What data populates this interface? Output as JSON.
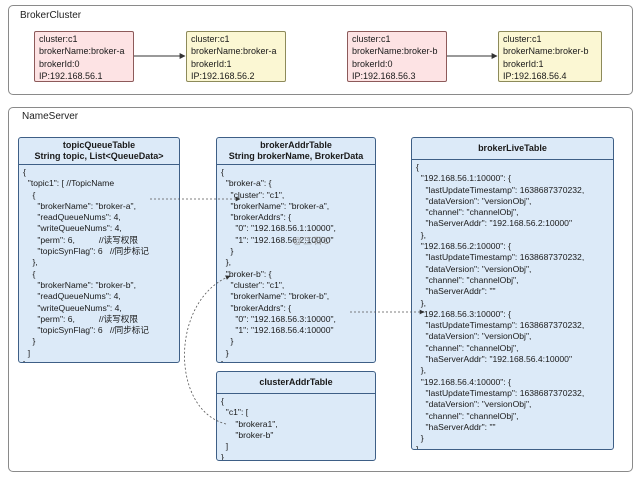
{
  "broker_cluster": {
    "label": "BrokerCluster",
    "nodes": [
      {
        "lines": [
          "cluster:c1",
          "brokerName:broker-a",
          "brokerId:0",
          "IP:192.168.56.1"
        ],
        "color": "#fde3e4"
      },
      {
        "lines": [
          "cluster:c1",
          "brokerName:broker-a",
          "brokerId:1",
          "IP:192.168.56.2"
        ],
        "color": "#fbf7d3"
      },
      {
        "lines": [
          "cluster:c1",
          "brokerName:broker-b",
          "brokerId:0",
          "IP:192.168.56.3"
        ],
        "color": "#fde3e4"
      },
      {
        "lines": [
          "cluster:c1",
          "brokerName:broker-b",
          "brokerId:1",
          "IP:192.168.56.4"
        ],
        "color": "#fbf7d3"
      }
    ]
  },
  "name_server": {
    "label": "NameServer",
    "topic_queue_table": {
      "title": [
        "topicQueueTable",
        "String topic, List<QueueData>"
      ],
      "lines": [
        "{",
        "  \"topic1\": [ //TopicName",
        "    {",
        "      \"brokerName\": \"broker-a\",",
        "      \"readQueueNums\": 4,",
        "      \"writeQueueNums\": 4,",
        "      \"perm\": 6,          //读写权限",
        "      \"topicSynFlag\": 6   //同步标记",
        "    },",
        "    {",
        "      \"brokerName\": \"broker-b\",",
        "      \"readQueueNums\": 4,",
        "      \"writeQueueNums\": 4,",
        "      \"perm\": 6,          //读写权限",
        "      \"topicSynFlag\": 6   //同步标记",
        "    }",
        "  ]",
        "}"
      ]
    },
    "broker_addr_table": {
      "title": [
        "brokerAddrTable",
        "String brokerName, BrokerData"
      ],
      "lines": [
        "{",
        "  \"broker-a\": {",
        "    \"cluster\": \"c1\",",
        "    \"brokerName\": \"broker-a\",",
        "    \"brokerAddrs\": {",
        "      \"0\": \"192.168.56.1:10000\",",
        "      \"1\": \"192.168.56.2:10000\"",
        "    }",
        "  },",
        "  \"broker-b\": {",
        "    \"cluster\": \"c1\",",
        "    \"brokerName\": \"broker-b\",",
        "    \"brokerAddrs\": {",
        "      \"0\": \"192.168.56.3:10000\",",
        "      \"1\": \"192.168.56.4:10000\"",
        "    }",
        "  }",
        "}"
      ]
    },
    "cluster_addr_table": {
      "title": [
        "clusterAddrTable"
      ],
      "lines": [
        "{",
        "  \"c1\": [",
        "      \"brokera1\",",
        "      \"broker-b\"",
        "  ]",
        "}"
      ]
    },
    "broker_live_table": {
      "title": [
        "brokerLiveTable"
      ],
      "lines": [
        "{",
        "  \"192.168.56.1:10000\": {",
        "    \"lastUpdateTimestamp\": 1638687370232,",
        "    \"dataVersion\": \"versionObj\",",
        "    \"channel\": \"channelObj\",",
        "    \"haServerAddr\": \"192.168.56.2:10000\"",
        "  },",
        "  \"192.168.56.2:10000\": {",
        "    \"lastUpdateTimestamp\": 1638687370232,",
        "    \"dataVersion\": \"versionObj\",",
        "    \"channel\": \"channelObj\",",
        "    \"haServerAddr\": \"\"",
        "  },",
        "  \"192.168.56.3:10000\": {",
        "    \"lastUpdateTimestamp\": 1638687370232,",
        "    \"dataVersion\": \"versionObj\",",
        "    \"channel\": \"channelObj\",",
        "    \"haServerAddr\": \"192.168.56.4:10000\"",
        "  },",
        "  \"192.168.56.4:10000\": {",
        "    \"lastUpdateTimestamp\": 1638687370232,",
        "    \"dataVersion\": \"versionObj\",",
        "    \"channel\": \"channelObj\",",
        "    \"haServerAddr\": \"\"",
        "  }",
        "}"
      ]
    }
  },
  "watermark": "@三石C",
  "colors": {
    "table_fill": "#dceaf8",
    "table_border": "#3e5f86",
    "master_fill": "#fde3e4",
    "slave_fill": "#fbf7d3"
  }
}
